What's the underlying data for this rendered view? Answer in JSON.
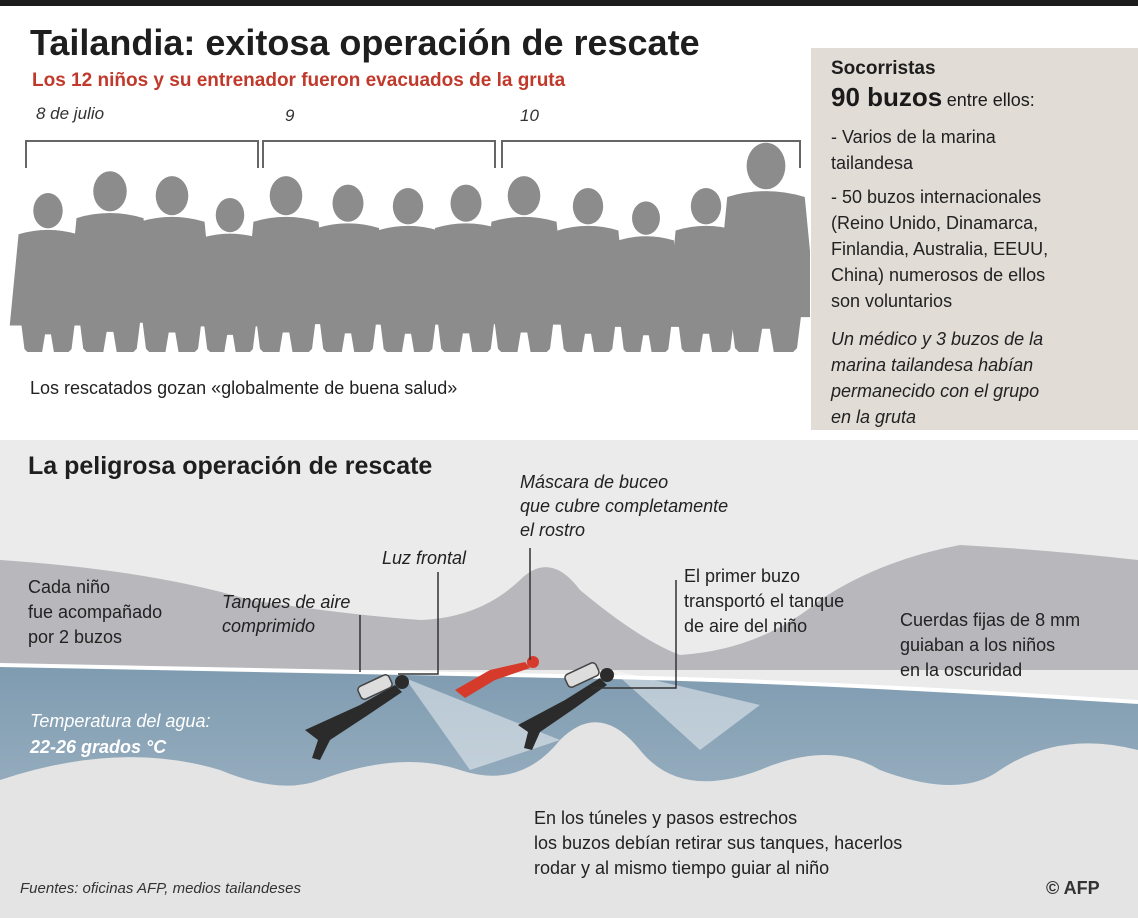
{
  "header": {
    "title": "Tailandia: exitosa operación de rescate",
    "subtitle": "Los 12 niños y su entrenador fueron evacuados de la gruta"
  },
  "timeline": {
    "days": [
      "8 de julio",
      "9",
      "10"
    ],
    "people_count": 13,
    "health_note": "Los rescatados gozan «globalmente de buena salud»"
  },
  "rescuers": {
    "heading": "Socorristas",
    "divers_count": "90 buzos",
    "divers_suffix": "entre ellos:",
    "item1_line1": "- Varios de la marina",
    "item1_line2": "tailandesa",
    "item2_lines": [
      "- 50 buzos internacionales",
      "(Reino Unido, Dinamarca,",
      "Finlandia, Australia, EEUU,",
      "China) numerosos de ellos",
      "son voluntarios"
    ],
    "note_lines": [
      "Un médico y 3 buzos de la",
      "marina tailandesa habían",
      "permanecido con el grupo",
      "en la gruta"
    ]
  },
  "operation": {
    "heading": "La peligrosa operación de rescate",
    "each_child": [
      "Cada niño",
      "fue acompañado",
      "por 2 buzos"
    ],
    "tanks": [
      "Tanques de aire",
      "comprimido"
    ],
    "headlamp": "Luz frontal",
    "mask": [
      "Máscara de buceo",
      "que cubre completamente",
      "el rostro"
    ],
    "first_diver": [
      "El primer buzo",
      "transportó el tanque",
      "de aire del niño"
    ],
    "ropes": [
      "Cuerdas fijas de 8 mm",
      "guiaban a los niños",
      "en la oscuridad"
    ],
    "water_temp": [
      "Temperatura del agua:",
      "22-26 grados °C"
    ],
    "tunnels": [
      "En los túneles y pasos estrechos",
      "los buzos debían retirar sus tanques, hacerlos",
      "rodar y al mismo tiempo guiar al niño"
    ]
  },
  "footer": {
    "sources": "Fuentes: oficinas AFP, medios tailandeses",
    "credit": "© AFP"
  },
  "colors": {
    "accent_red": "#c0392b",
    "silhouette": "#8c8c8c",
    "panel_bg": "#e2dcd7",
    "water": "#7f9bb0"
  }
}
